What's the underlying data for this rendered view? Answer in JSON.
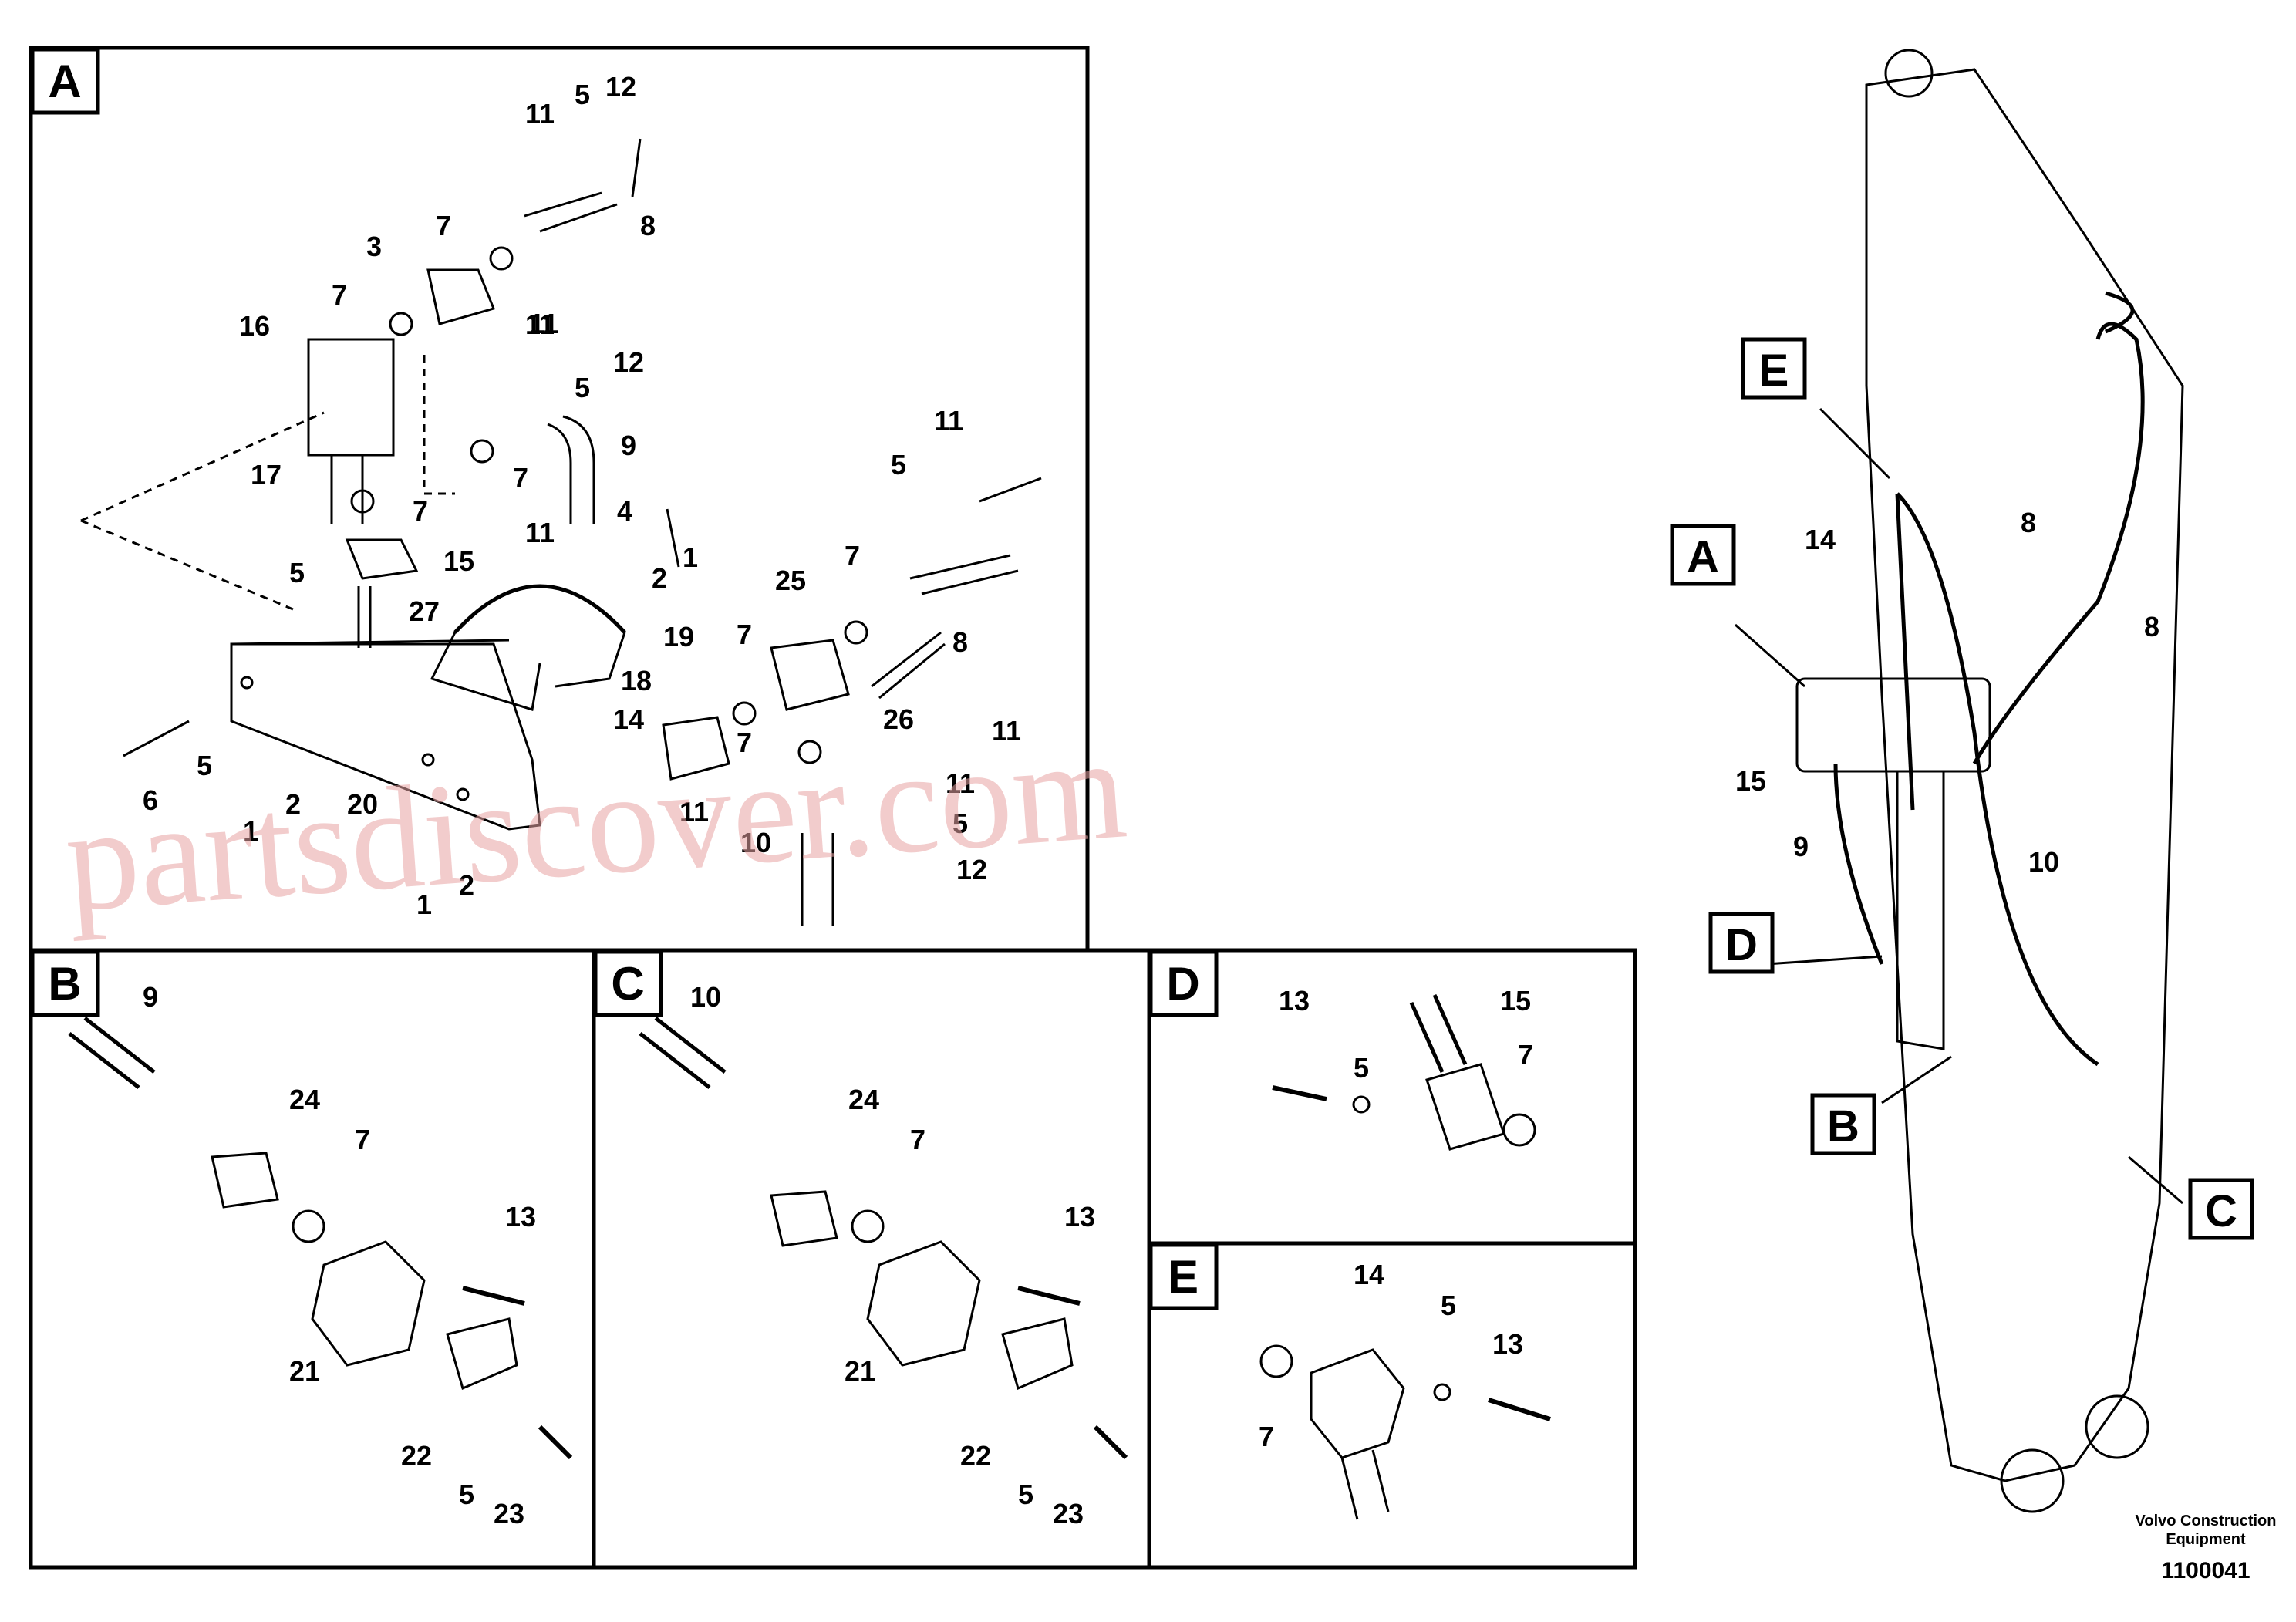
{
  "sections": [
    "A",
    "B",
    "C",
    "D",
    "E"
  ],
  "callouts": {
    "A": [
      "11",
      "5",
      "12",
      "8",
      "7",
      "3",
      "11",
      "7",
      "16",
      "11",
      "12",
      "5",
      "9",
      "7",
      "17",
      "7",
      "11",
      "4",
      "5",
      "11",
      "1",
      "2",
      "15",
      "5",
      "27",
      "7",
      "25",
      "19",
      "8",
      "7",
      "18",
      "14",
      "26",
      "11",
      "7",
      "6",
      "5",
      "1",
      "2",
      "20",
      "11",
      "5",
      "11",
      "10",
      "12",
      "1",
      "2"
    ],
    "B": [
      "9",
      "24",
      "7",
      "13",
      "21",
      "22",
      "5",
      "23"
    ],
    "C": [
      "10",
      "24",
      "7",
      "13",
      "21",
      "22",
      "5",
      "23"
    ],
    "D": [
      "13",
      "15",
      "5",
      "7"
    ],
    "E": [
      "14",
      "5",
      "13",
      "7"
    ],
    "overview": [
      "E",
      "14",
      "8",
      "A",
      "8",
      "15",
      "9",
      "10",
      "D",
      "B",
      "C"
    ]
  },
  "watermark": "partsdiscover.com",
  "credit": {
    "line1": "Volvo Construction",
    "line2": "Equipment",
    "code": "1100041"
  }
}
